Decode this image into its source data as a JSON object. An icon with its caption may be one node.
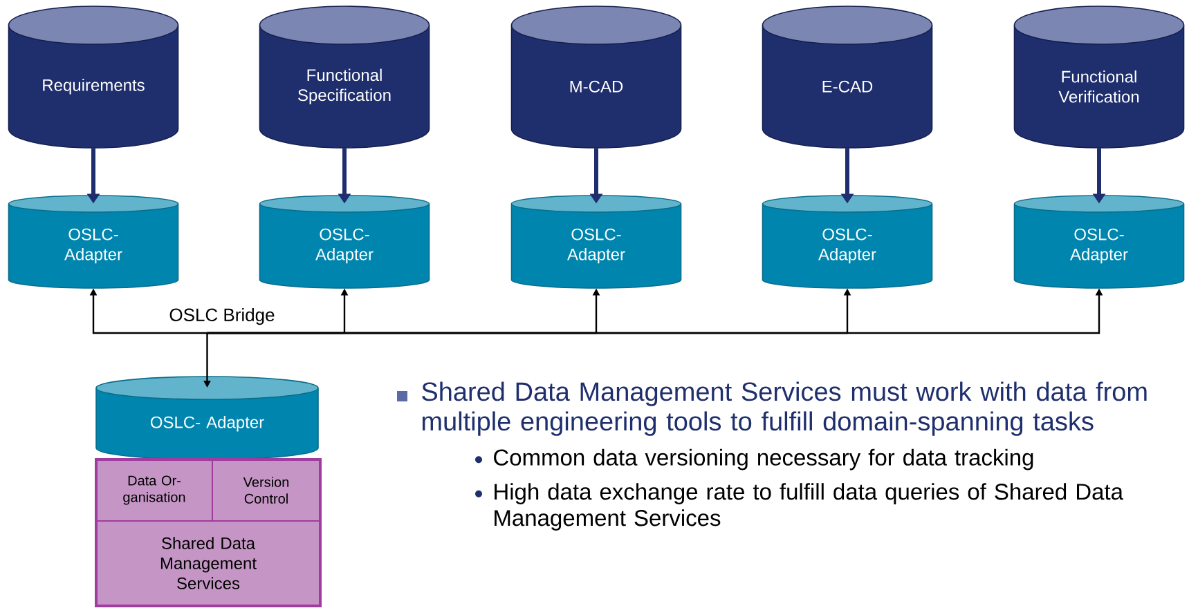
{
  "diagram": {
    "nodes": [
      {
        "text": [
          "Requirements"
        ]
      },
      {
        "text": [
          "Functional Specification"
        ]
      },
      {
        "text": [
          "M-CAD"
        ]
      },
      {
        "text": [
          "E-CAD"
        ]
      },
      {
        "text": [
          "Functional Verification"
        ]
      },
      {
        "text": [
          "OSLC-Adapter"
        ]
      },
      {
        "text": [
          "OSLC-Adapter"
        ]
      },
      {
        "text": [
          "OSLC-Adapter"
        ]
      },
      {
        "text": [
          "OSLC-Adapter"
        ]
      },
      {
        "text": [
          "OSLC-Adapter"
        ]
      },
      {
        "text": [
          "OSLC- Adapter"
        ]
      },
      {
        "text": [
          "Data Or-ganisation"
        ]
      },
      {
        "text": [
          "Version Control"
        ]
      },
      {
        "text": [
          "Shared Data Management Services"
        ]
      }
    ],
    "edges": [
      {
        "from": 0,
        "to": 5,
        "arrow": "to",
        "style": "thick",
        "color": "#1f2f6e"
      },
      {
        "from": 1,
        "to": 6,
        "arrow": "to",
        "style": "thick",
        "color": "#1f2f6e"
      },
      {
        "from": 2,
        "to": 7,
        "arrow": "to",
        "style": "thick",
        "color": "#1f2f6e"
      },
      {
        "from": 3,
        "to": 8,
        "arrow": "to",
        "style": "thick",
        "color": "#1f2f6e"
      },
      {
        "from": 4,
        "to": 9,
        "arrow": "to",
        "style": "thick",
        "color": "#1f2f6e"
      },
      {
        "from": 10,
        "to": 5,
        "arrow": "both",
        "color": "#000000"
      },
      {
        "from": 10,
        "to": 6,
        "arrow": "both",
        "color": "#000000"
      },
      {
        "from": 10,
        "to": 7,
        "arrow": "both",
        "color": "#000000"
      },
      {
        "from": 10,
        "to": 8,
        "arrow": "both",
        "color": "#000000"
      },
      {
        "from": 10,
        "to": 9,
        "arrow": "both",
        "color": "#000000"
      }
    ],
    "labels": [
      "OSLC Bridge",
      "Shared Data Management Services must work with data from multiple engineering tools to fulfill domain-spanning tasks",
      "Common data versioning necessary for data tracking",
      "High data exchange rate to fulfill data queries of Shared Data Management Services"
    ]
  }
}
